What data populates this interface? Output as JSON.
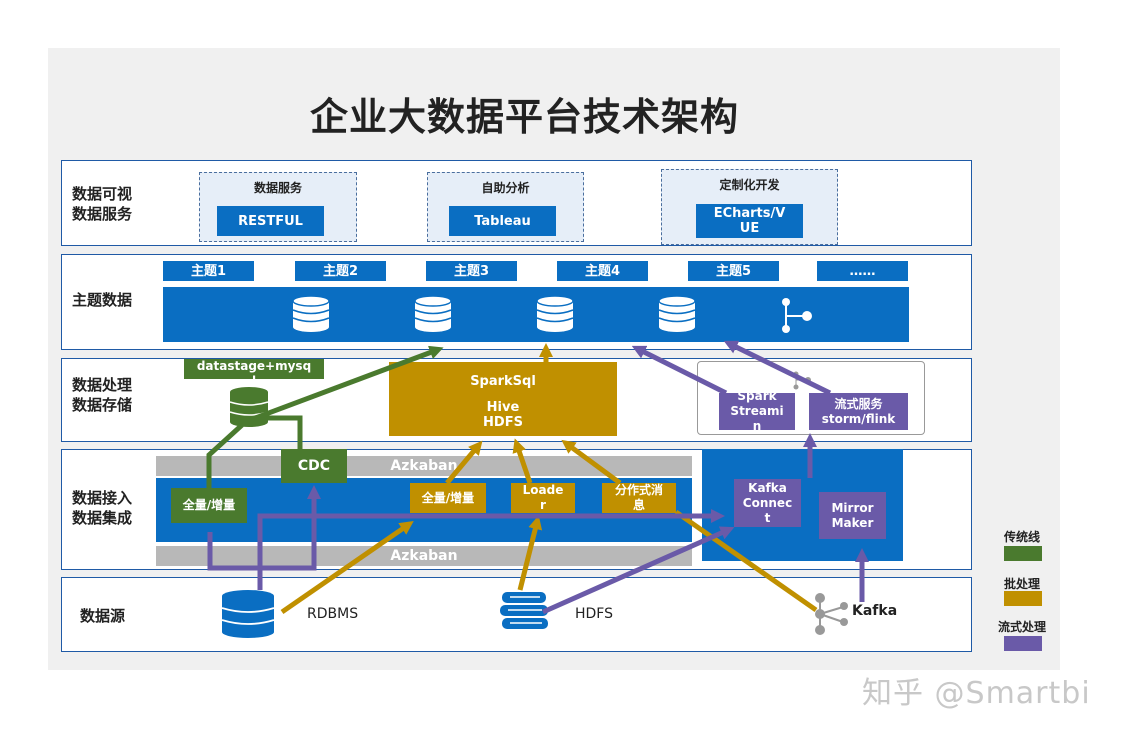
{
  "title": "企业大数据平台技术架构",
  "layers": {
    "visual": "数据可视\n数据服务",
    "topic": "主题数据",
    "processing": "数据处理\n数据存储",
    "ingest": "数据接入\n数据集成",
    "source": "数据源"
  },
  "services": [
    {
      "caption": "数据服务",
      "label": "RESTFUL"
    },
    {
      "caption": "自助分析",
      "label": "Tableau"
    },
    {
      "caption": "定制化开发",
      "label": "ECharts/V\nUE"
    }
  ],
  "topics": [
    "主题1",
    "主题2",
    "主题3",
    "主题4",
    "主题5",
    "……"
  ],
  "processing": {
    "datastage": "datastage+mysq\nl",
    "sparksql": "SparkSql",
    "hive": "Hive\nHDFS",
    "spark_streaming": "Spark\nStreami\nn",
    "stream_service": "流式服务\nstorm/flink"
  },
  "ingest": {
    "azkaban_top": "Azkaban",
    "azkaban_bottom": "Azkaban",
    "cdc": "CDC",
    "full_inc_green": "全量/增量",
    "full_inc_gold": "全量/增量",
    "loader": "Loade\nr",
    "dist_msg": "分作式消\n息",
    "kafka_connect": "Kafka\nConnec\nt",
    "mirror_maker": "Mirror\nMaker"
  },
  "sources": {
    "rdbms": "RDBMS",
    "hdfs": "HDFS",
    "kafka": "Kafka"
  },
  "legend": [
    {
      "label": "传统线",
      "color": "#4a7a2e"
    },
    {
      "label": "批处理",
      "color": "#c09000"
    },
    {
      "label": "流式处理",
      "color": "#6a5aa8"
    }
  ],
  "watermark": "知乎 @Smartbi"
}
